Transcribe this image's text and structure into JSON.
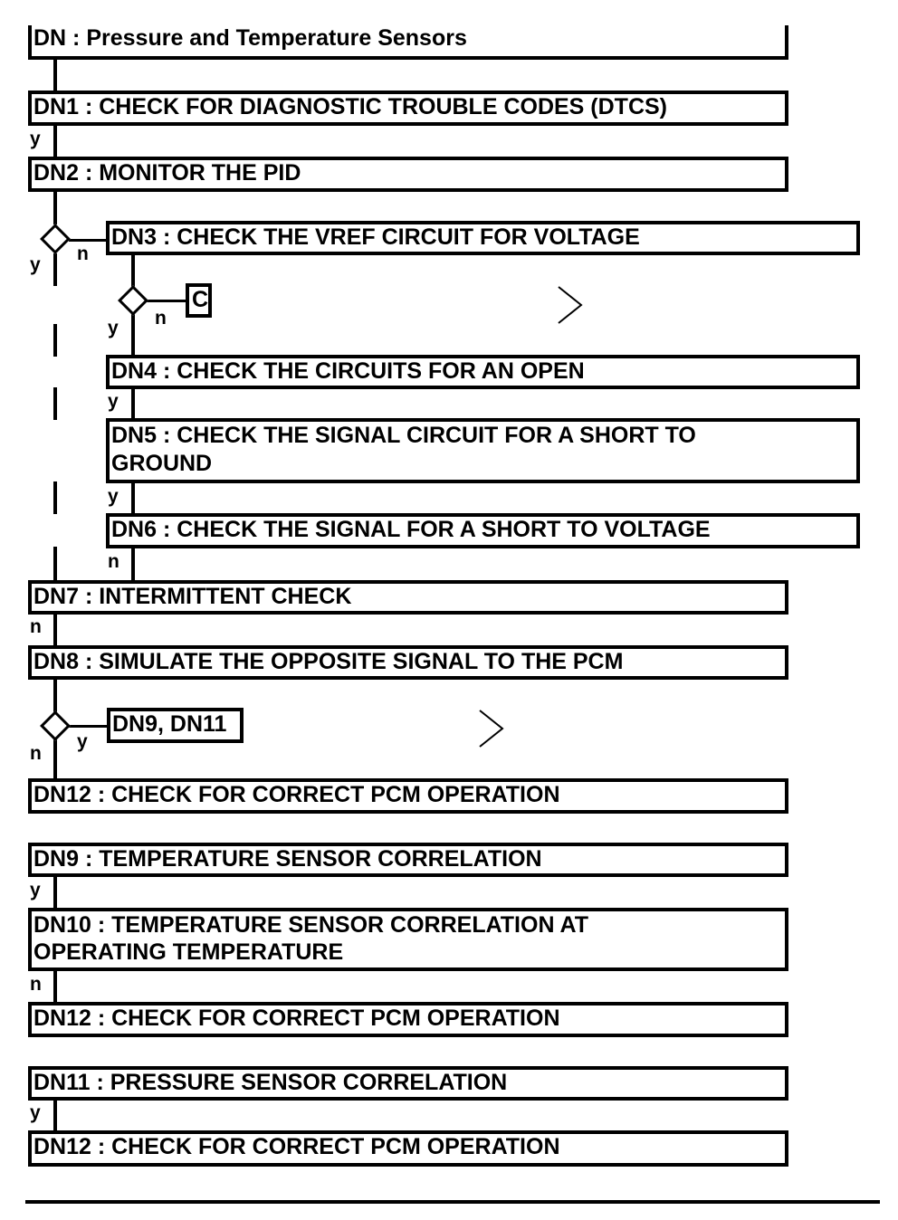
{
  "title": "DN : Pressure and Temperature Sensors",
  "steps": {
    "dn1": "DN1 : CHECK FOR DIAGNOSTIC TROUBLE CODES (DTCS)",
    "dn2": "DN2 : MONITOR THE PID",
    "dn3": "DN3 : CHECK THE VREF CIRCUIT FOR VOLTAGE",
    "c_ref": "C",
    "dn4": "DN4 : CHECK THE CIRCUITS FOR AN OPEN",
    "dn5": "DN5 : CHECK THE SIGNAL CIRCUIT FOR A SHORT TO GROUND",
    "dn6": "DN6 : CHECK THE SIGNAL FOR A SHORT TO VOLTAGE",
    "dn7": "DN7 : INTERMITTENT CHECK",
    "dn8": "DN8 : SIMULATE THE OPPOSITE SIGNAL TO THE PCM",
    "dn9_dn11": "DN9, DN11",
    "dn12a": "DN12 : CHECK FOR CORRECT PCM OPERATION",
    "dn9": "DN9 : TEMPERATURE SENSOR CORRELATION",
    "dn10": "DN10 : TEMPERATURE SENSOR CORRELATION AT OPERATING TEMPERATURE",
    "dn12b": "DN12 : CHECK FOR CORRECT PCM OPERATION",
    "dn11": "DN11 : PRESSURE SENSOR CORRELATION",
    "dn12c": "DN12 : CHECK FOR CORRECT PCM OPERATION"
  },
  "branch_labels": {
    "yes": "y",
    "no": "n"
  }
}
